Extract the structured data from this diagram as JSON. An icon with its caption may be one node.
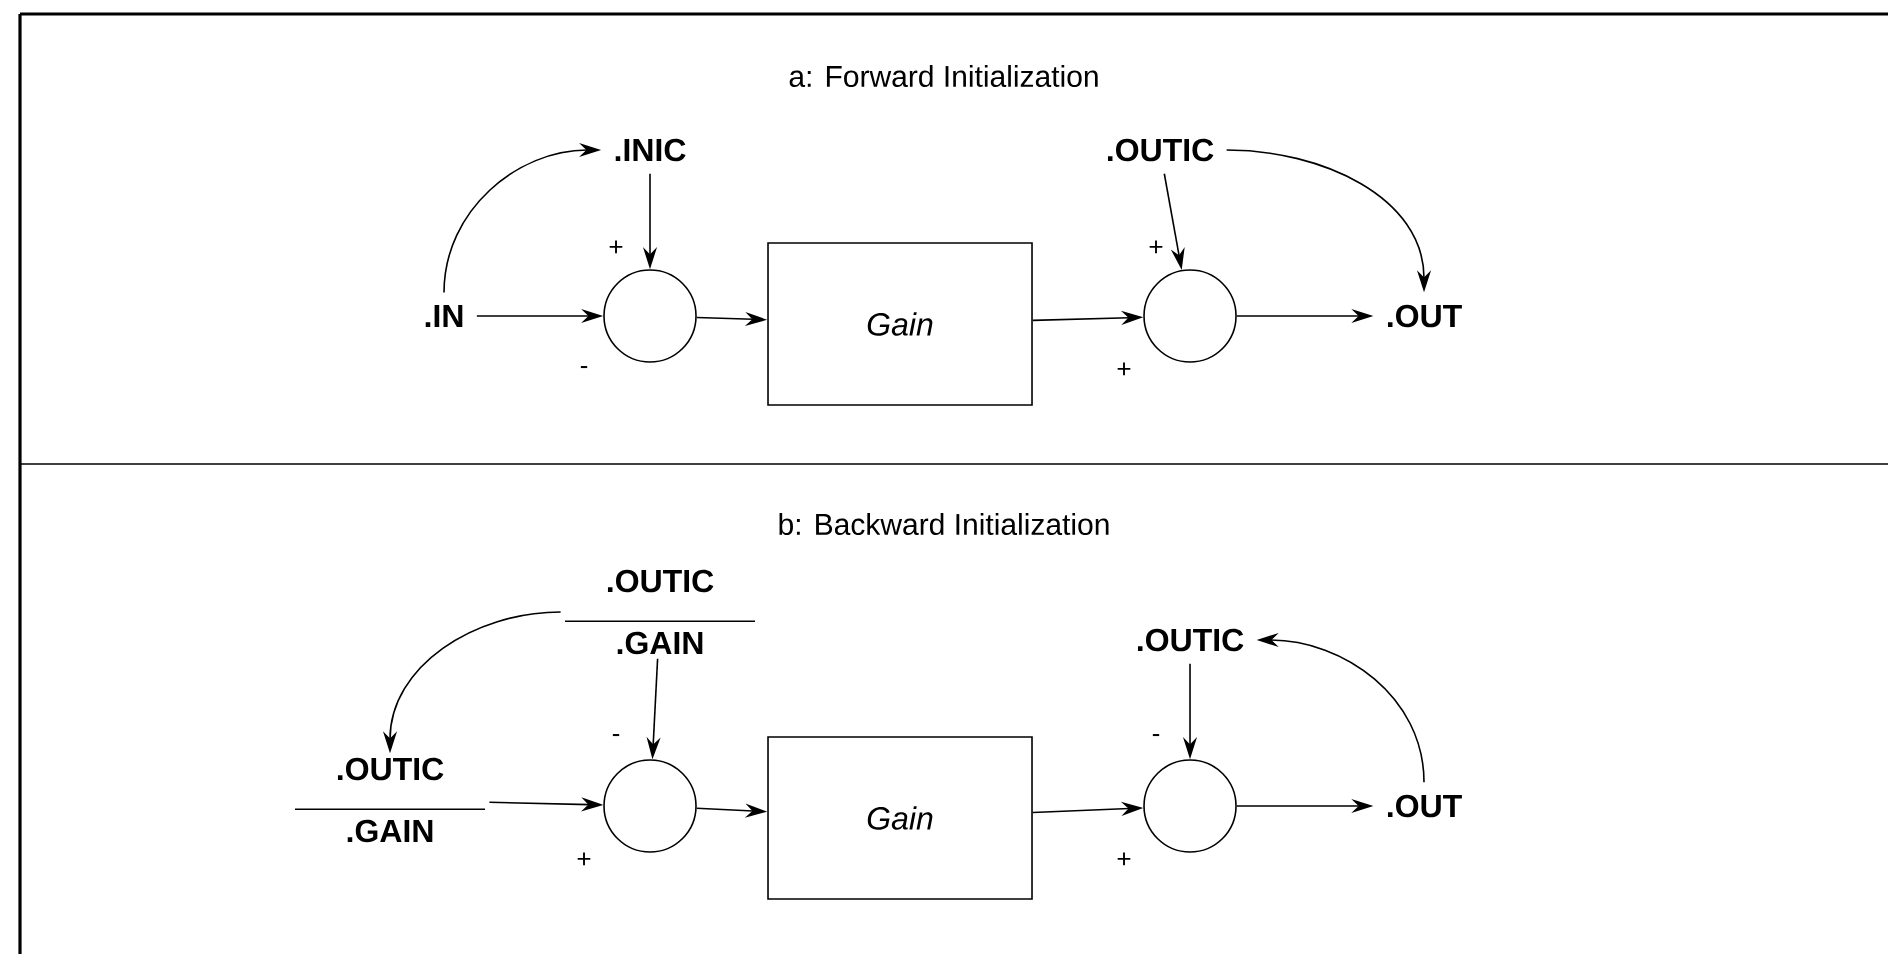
{
  "diagram": {
    "nodes": [
      {
        "text": [
          ".IN"
        ]
      },
      {
        "text": [
          ".INIC"
        ]
      },
      {
        "text": [],
        "shape": "circle",
        "beside": [
          "+",
          "-"
        ]
      },
      {
        "text": [
          "Gain"
        ]
      },
      {
        "text": [],
        "shape": "circle",
        "beside": [
          "+",
          "+"
        ]
      },
      {
        "text": [
          ".OUTIC"
        ]
      },
      {
        "text": [
          ".OUT"
        ]
      },
      {
        "text": [
          ".OUTIC",
          ".GAIN"
        ]
      },
      {
        "text": [
          ".OUTIC",
          ".GAIN"
        ]
      },
      {
        "text": [],
        "shape": "circle",
        "beside": [
          "-",
          "+"
        ]
      },
      {
        "text": [
          "Gain"
        ]
      },
      {
        "text": [],
        "shape": "circle",
        "beside": [
          "-",
          "+"
        ]
      },
      {
        "text": [
          ".OUTIC"
        ]
      },
      {
        "text": [
          ".OUT"
        ]
      }
    ],
    "edges": [
      {
        "from": 0,
        "to": 2,
        "arrow": "to"
      },
      {
        "from": 1,
        "to": 2,
        "arrow": "to"
      },
      {
        "from": 2,
        "to": 3,
        "arrow": "to"
      },
      {
        "from": 3,
        "to": 4,
        "arrow": "to"
      },
      {
        "from": 5,
        "to": 4,
        "arrow": "to"
      },
      {
        "from": 4,
        "to": 6,
        "arrow": "to"
      },
      {
        "from": 0,
        "to": 1,
        "arrow": "to"
      },
      {
        "from": 5,
        "to": 6,
        "arrow": "to"
      },
      {
        "from": 8,
        "to": 9,
        "arrow": "to"
      },
      {
        "from": 7,
        "to": 9,
        "arrow": "to"
      },
      {
        "from": 9,
        "to": 10,
        "arrow": "to"
      },
      {
        "from": 10,
        "to": 11,
        "arrow": "to"
      },
      {
        "from": 12,
        "to": 11,
        "arrow": "to"
      },
      {
        "from": 11,
        "to": 13,
        "arrow": "to"
      },
      {
        "from": 7,
        "to": 8,
        "arrow": "to"
      },
      {
        "from": 13,
        "to": 12,
        "arrow": "to"
      }
    ],
    "labels": [
      "a: Forward Initialization",
      "b: Backward Initialization"
    ]
  }
}
